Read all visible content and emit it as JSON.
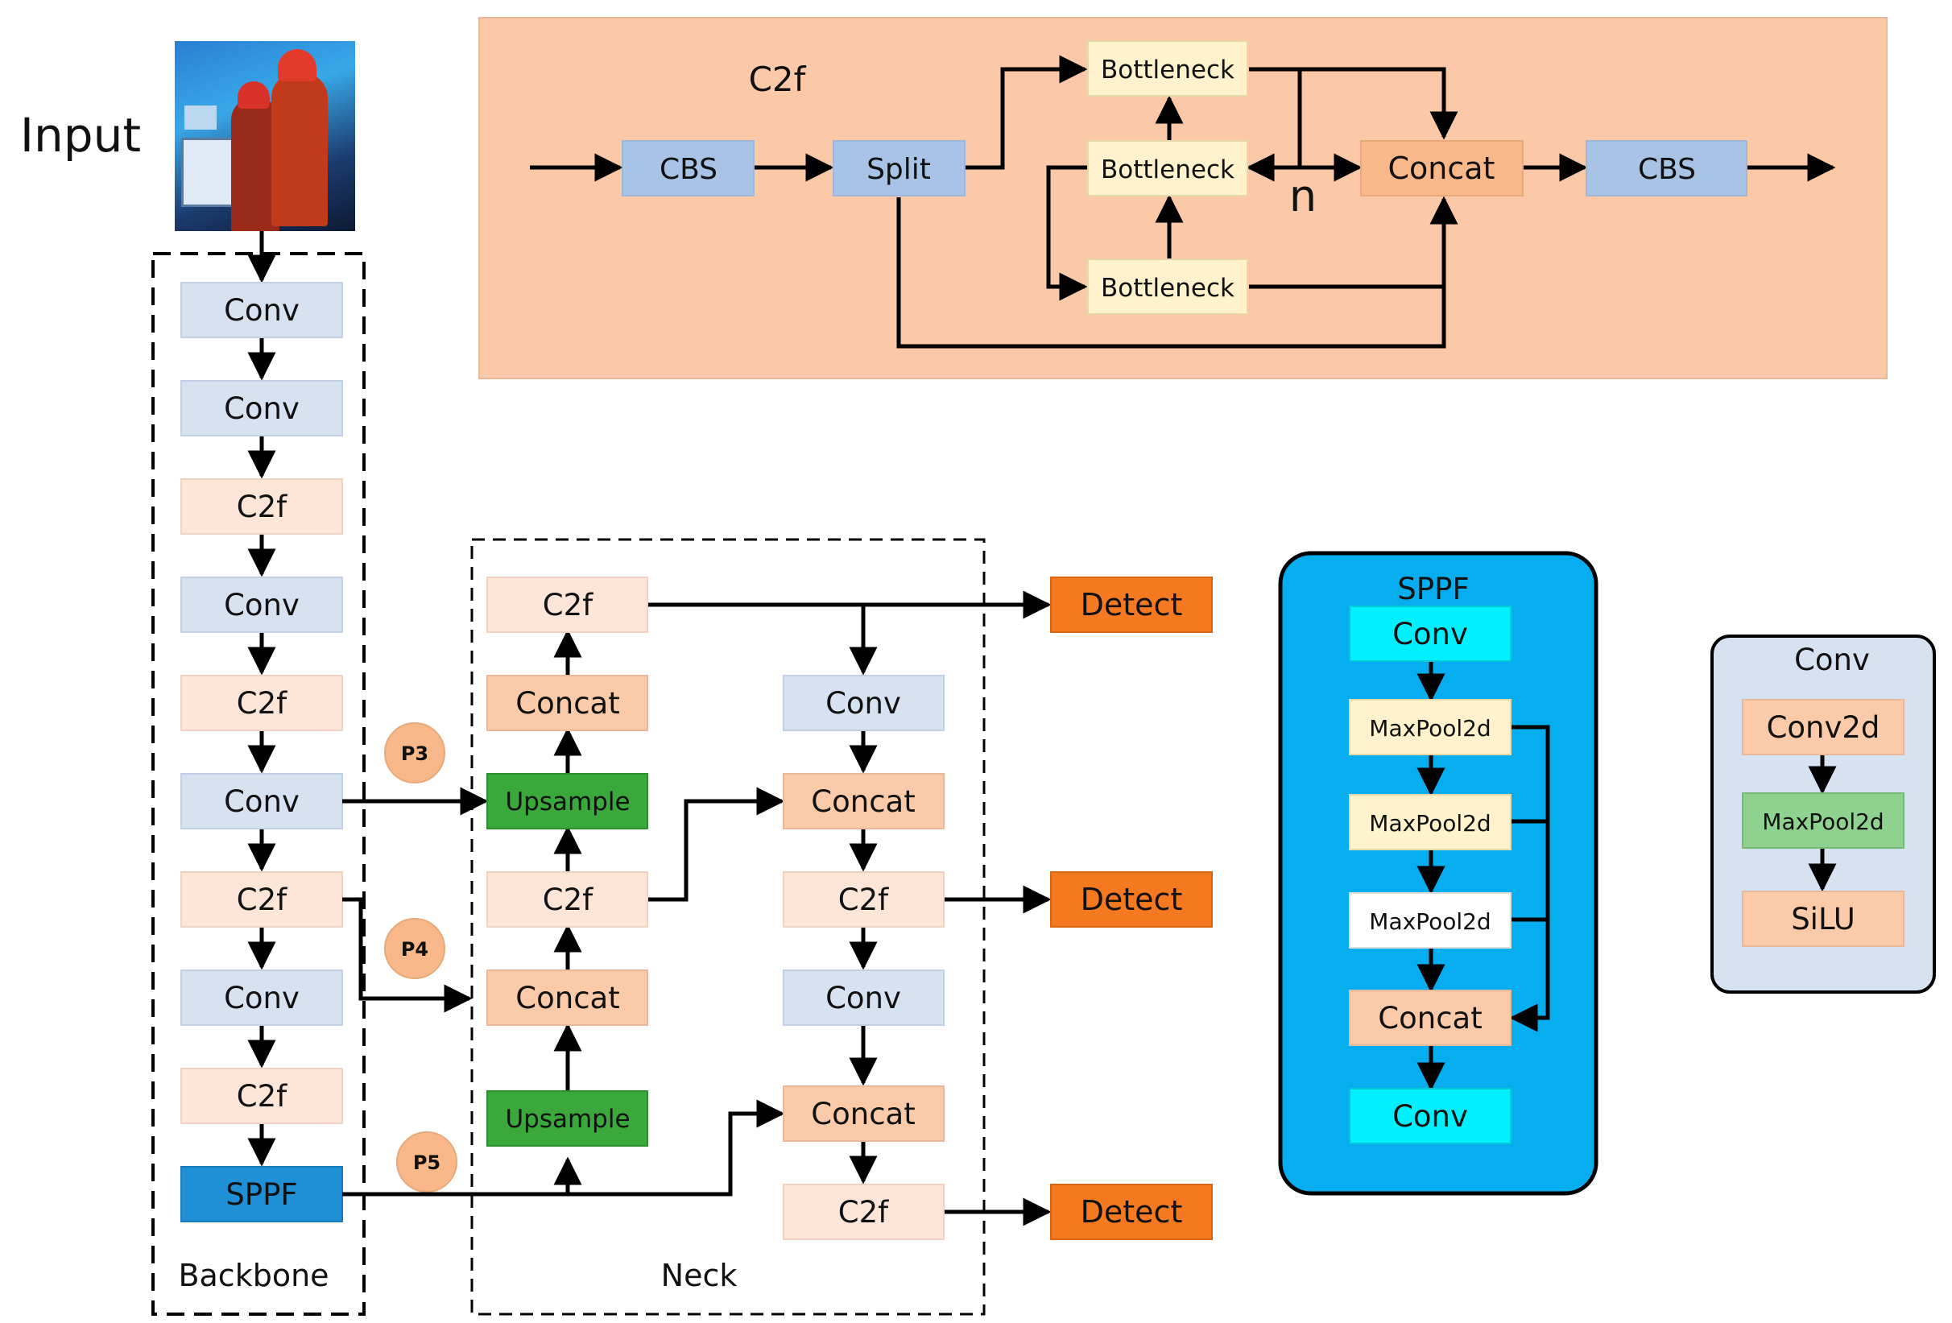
{
  "input_label": "Input",
  "photo_icon": "workers-photo",
  "colors": {
    "c2f_panel": "#fcc9a8",
    "light_blue": "#d7e2f1",
    "peach": "#fde6d8",
    "concat": "#fbcaa8",
    "bottleneck": "#fff2cc",
    "cbs": "#a9c3e6",
    "upsample": "#3aa83a",
    "detect": "#f47920",
    "sppf_block": "#1f8fd6",
    "sppf_panel": "#06aeef",
    "cyan": "#00f0ff",
    "maxpool": "#fff2cc",
    "conv_panel": "#d7e2f1",
    "conv2d": "#fbcaa8",
    "maxpool_green": "#8fd18f",
    "silu": "#fbcaa8"
  },
  "c2f_module": {
    "title": "C2f",
    "cbs_in": "CBS",
    "split": "Split",
    "bottleneck_top": "Bottleneck",
    "bottleneck_mid": "Bottleneck",
    "bottleneck_bottom": "Bottleneck",
    "n_label": "n",
    "concat": "Concat",
    "cbs_out": "CBS"
  },
  "backbone": {
    "label": "Backbone",
    "blocks": [
      "Conv",
      "Conv",
      "C2f",
      "Conv",
      "C2f",
      "Conv",
      "C2f",
      "Conv",
      "C2f",
      "SPPF"
    ]
  },
  "badges": {
    "p3": "P3",
    "p4": "P4",
    "p5": "P5"
  },
  "neck": {
    "label": "Neck",
    "left_column": [
      "C2f",
      "Concat",
      "Upsample",
      "C2f",
      "Concat",
      "Upsample"
    ],
    "right_column": [
      "Conv",
      "Concat",
      "C2f",
      "Conv",
      "Concat",
      "C2f"
    ]
  },
  "detect": [
    "Detect",
    "Detect",
    "Detect"
  ],
  "sppf_module": {
    "title": "SPPF",
    "blocks": [
      "Conv",
      "MaxPool2d",
      "MaxPool2d",
      "MaxPool2d",
      "Concat",
      "Conv"
    ]
  },
  "conv_module": {
    "title": "Conv",
    "blocks": [
      "Conv2d",
      "MaxPool2d",
      "SiLU"
    ]
  }
}
